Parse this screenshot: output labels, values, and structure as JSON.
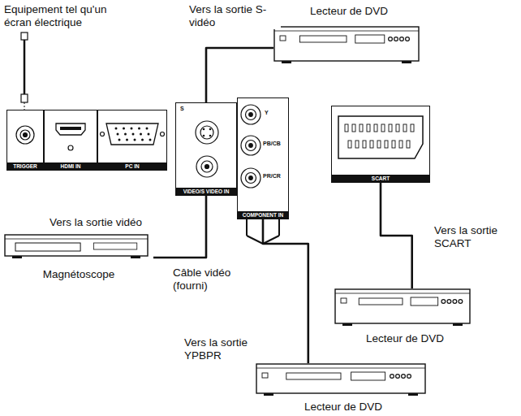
{
  "diagram": {
    "nodes": [
      {
        "text": [
          "TRIGGER"
        ]
      },
      {
        "text": [
          "HDMI IN"
        ]
      },
      {
        "text": [
          "PC IN"
        ]
      },
      {
        "text": [
          "S",
          "VIDEO/S VIDEO IN"
        ]
      },
      {
        "text": [
          "Y",
          "PB/CB",
          "PR/CR",
          "COMPONENT IN"
        ]
      },
      {
        "text": [
          "SCART"
        ]
      },
      {
        "text": [
          "Lecteur de DVD"
        ]
      },
      {
        "text": [
          "Magnétoscope"
        ]
      },
      {
        "text": [
          "Lecteur de DVD"
        ]
      },
      {
        "text": [
          "Lecteur de DVD"
        ]
      }
    ],
    "edges": [
      {
        "from": 6,
        "to": 3,
        "arrow": "none",
        "label": "Vers la sortie S-vidéo"
      },
      {
        "from": 7,
        "to": 3,
        "arrow": "none",
        "label": "Vers la sortie vidéo"
      },
      {
        "from": 9,
        "to": 4,
        "arrow": "none",
        "label": "Vers la sortie YPBPR"
      },
      {
        "from": 8,
        "to": 5,
        "arrow": "none",
        "label": "Vers la sortie SCART"
      }
    ],
    "labels": [
      "Equipement tel qu'un écran électrique",
      "Câble vidéo (fourni)"
    ]
  }
}
